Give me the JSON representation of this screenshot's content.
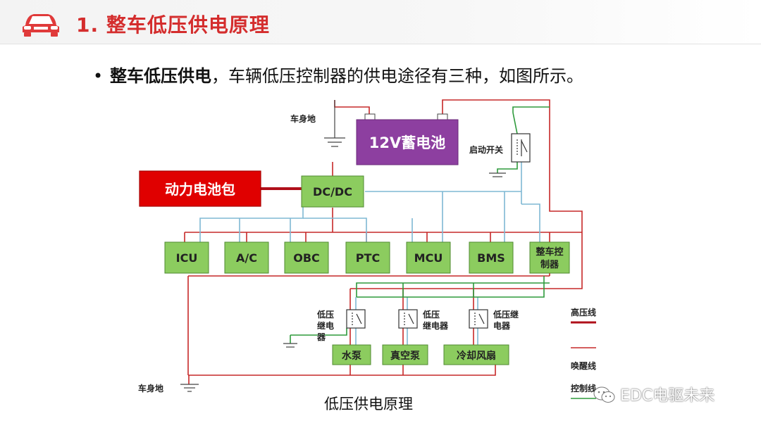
{
  "header": {
    "title": "1. 整车低压供电原理"
  },
  "intro": {
    "bullet": "•",
    "bold": "整车低压供电",
    "rest": "，车辆低压控制器的供电途径有三种，如图所示。"
  },
  "diagram": {
    "battery_12v": "12V蓄电池",
    "power_pack": "动力电池包",
    "dcdc": "DC/DC",
    "ecus": [
      "ICU",
      "A/C",
      "OBC",
      "PTC",
      "MCU",
      "BMS"
    ],
    "vcu": [
      "整车控",
      "制器"
    ],
    "loads": [
      "水泵",
      "真空泵",
      "冷却风扇"
    ],
    "ground_top": "车身地",
    "ground_bottom": "车身地",
    "start_switch": "启动开关",
    "relay1": [
      "低压",
      "继电",
      "器"
    ],
    "relay2": [
      "低压",
      "继电器"
    ],
    "relay3": [
      "低压继",
      "电器"
    ],
    "legend": {
      "hv": "高压线",
      "wake": "唤醒线",
      "ctrl": "控制线"
    },
    "colors": {
      "red_line": "#c62828",
      "blue_line": "#7fb8d4",
      "green_line": "#2e9a3c",
      "box_green": "#8ccc5f",
      "box_purple": "#8d3fa0",
      "box_red": "#e00000"
    }
  },
  "caption": "低压供电原理",
  "watermark": "EDC电驱未来"
}
